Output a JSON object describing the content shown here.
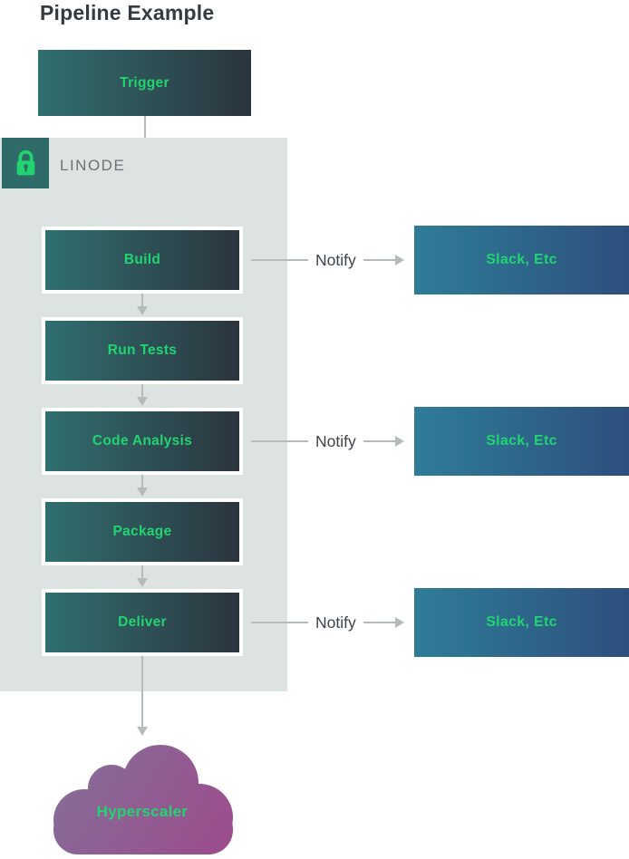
{
  "title": "Pipeline Example",
  "trigger": {
    "label": "Trigger"
  },
  "linode": {
    "label": "LINODE",
    "steps": [
      {
        "label": "Build"
      },
      {
        "label": "Run Tests"
      },
      {
        "label": "Code Analysis"
      },
      {
        "label": "Package"
      },
      {
        "label": "Deliver"
      }
    ]
  },
  "notify": {
    "rows": [
      {
        "label": "Notify",
        "target": "Slack, Etc"
      },
      {
        "label": "Notify",
        "target": "Slack, Etc"
      },
      {
        "label": "Notify",
        "target": "Slack, Etc"
      }
    ]
  },
  "cloud": {
    "label": "Hyperscaler"
  },
  "colors": {
    "title_text": "#343a40",
    "node_gradient_start": "#306f6f",
    "node_gradient_end": "#2b343d",
    "node_text_green": "#21d470",
    "container_bg": "#dce3e0",
    "lock_badge_bg": "#2e6b69",
    "linode_text": "#6b7377",
    "slack_gradient_start": "#2f7d98",
    "slack_gradient_end": "#2d4f7d",
    "arrow_gray": "#b6bcba",
    "notify_text": "#3d4348",
    "cloud_gradient_start": "#837199",
    "cloud_gradient_end": "#9d4b8c"
  }
}
